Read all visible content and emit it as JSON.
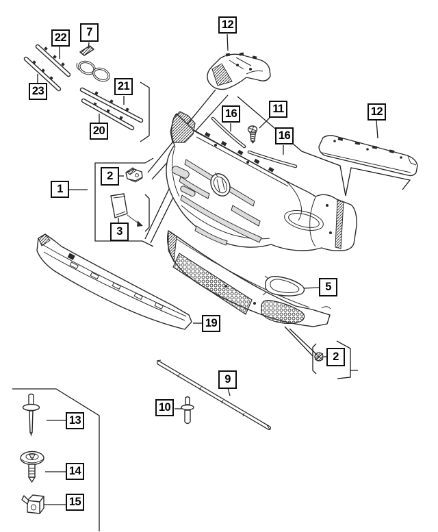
{
  "diagram": {
    "type": "parts-diagram",
    "background_color": "#ffffff",
    "line_color": "#1a1a1a",
    "callouts": {
      "c22": {
        "label": "22"
      },
      "c7": {
        "label": "7"
      },
      "c23": {
        "label": "23"
      },
      "c21": {
        "label": "21"
      },
      "c20": {
        "label": "20"
      },
      "c12a": {
        "label": "12"
      },
      "c16a": {
        "label": "16"
      },
      "c11": {
        "label": "11"
      },
      "c16b": {
        "label": "16"
      },
      "c12b": {
        "label": "12"
      },
      "c1": {
        "label": "1"
      },
      "c2a": {
        "label": "2"
      },
      "c3": {
        "label": "3"
      },
      "c5": {
        "label": "5"
      },
      "c19": {
        "label": "19"
      },
      "c2b": {
        "label": "2"
      },
      "c9": {
        "label": "9"
      },
      "c10": {
        "label": "10"
      },
      "c13": {
        "label": "13"
      },
      "c14": {
        "label": "14"
      },
      "c15": {
        "label": "15"
      }
    }
  }
}
